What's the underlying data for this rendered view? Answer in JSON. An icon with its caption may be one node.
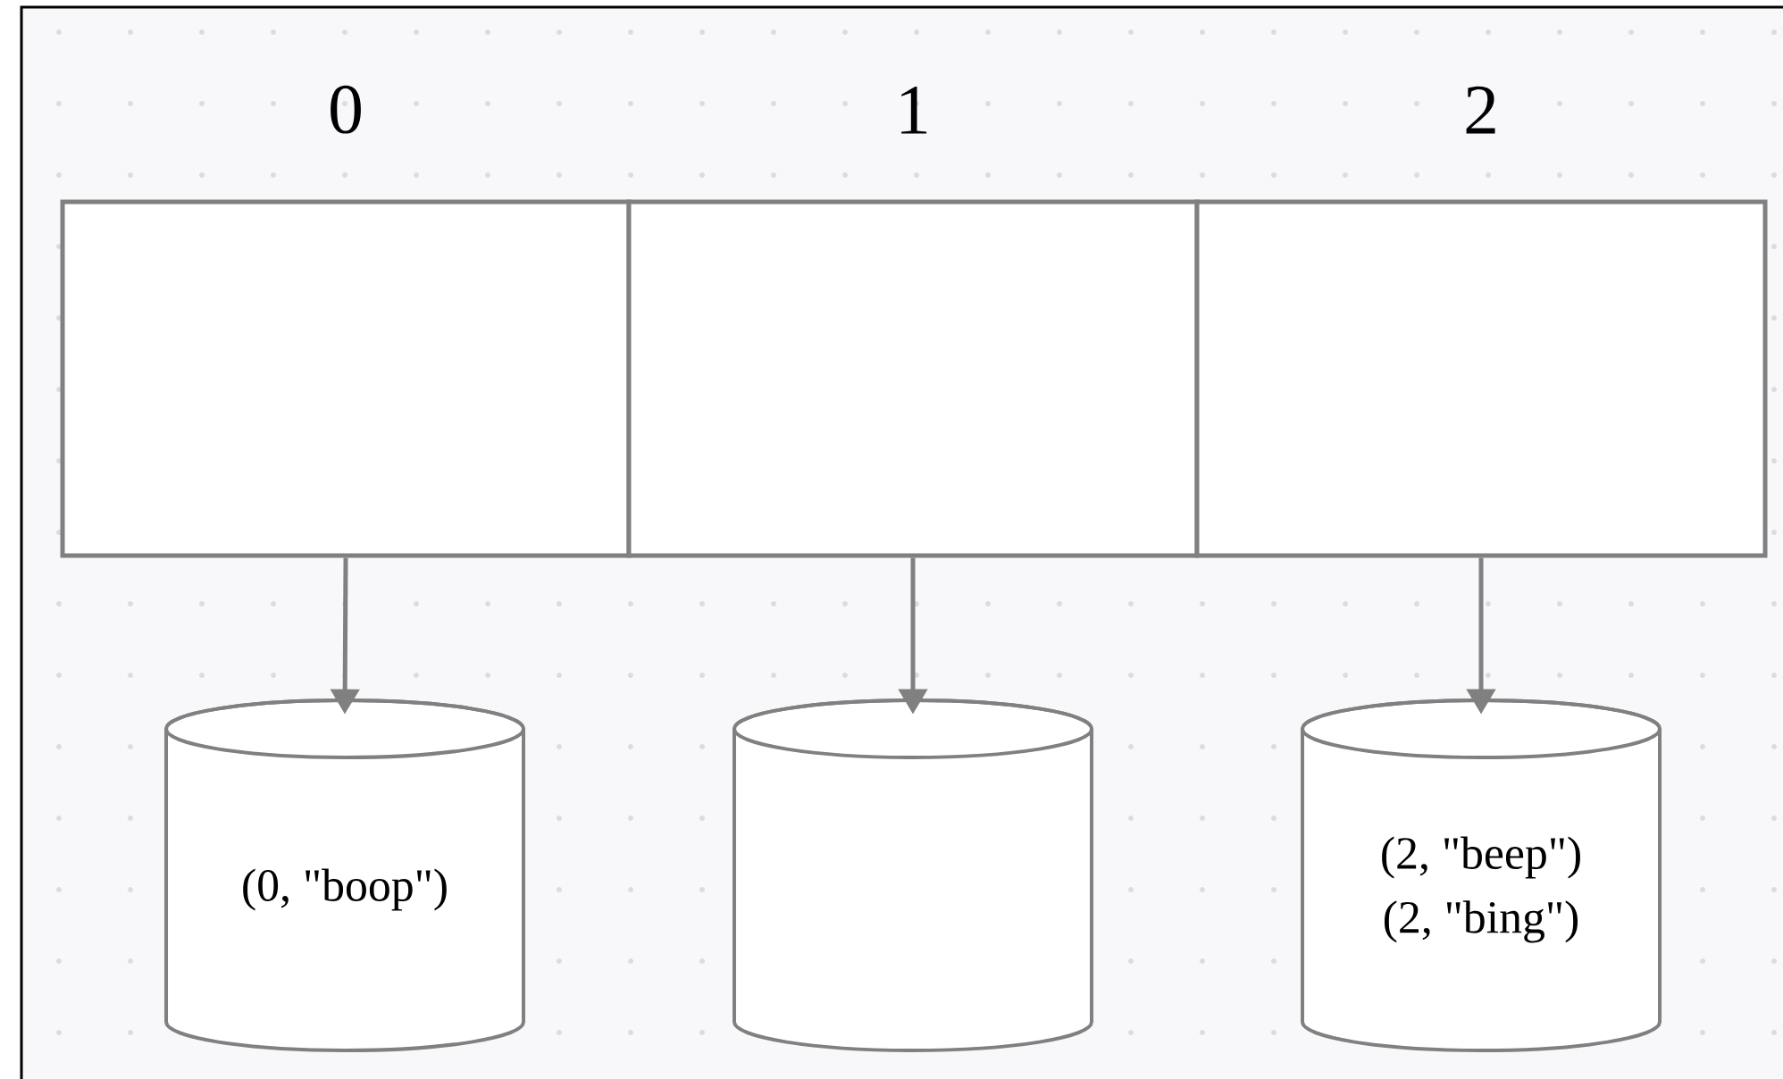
{
  "diagram": {
    "nodes": [
      {
        "text": [
          "0"
        ]
      },
      {
        "text": [
          "1"
        ]
      },
      {
        "text": [
          "2"
        ]
      },
      {
        "text": [
          "(0, \"boop\")"
        ]
      },
      {
        "text": [],
        "shape": "cylinder"
      },
      {
        "text": [
          "(2, \"beep\")",
          "(2, \"bing\")"
        ]
      }
    ],
    "edges": [
      {
        "from": 0,
        "to": 3,
        "arrow": "to"
      },
      {
        "from": 1,
        "to": 4,
        "arrow": "to"
      },
      {
        "from": 2,
        "to": 5,
        "arrow": "to"
      }
    ]
  }
}
